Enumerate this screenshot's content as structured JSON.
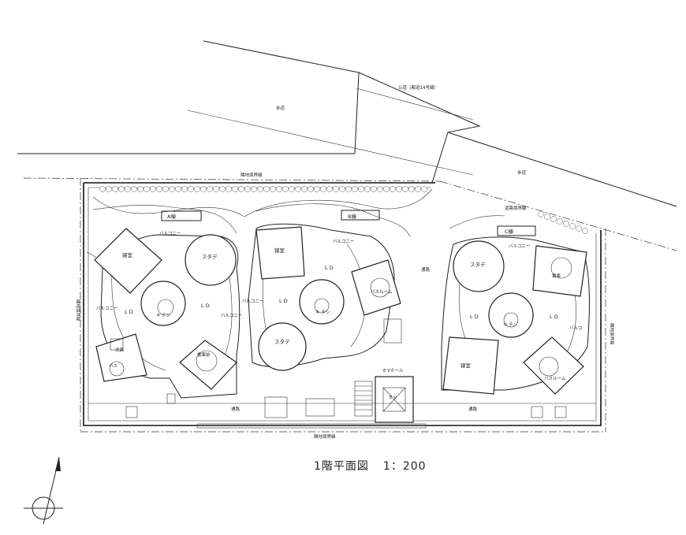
{
  "caption": {
    "title": "1階平面図",
    "scale": "1：200"
  },
  "street": {
    "road": "公道（都道14号線）",
    "sidewalk_left": "歩道",
    "sidewalk_right": "歩道"
  },
  "boundaries": {
    "neighbor_top": "隣地境界線",
    "neighbor_bottom": "隣地境界線",
    "neighbor_left": "隣地境界線",
    "neighbor_right": "隣地境界線",
    "road_boundary": "道路境界線"
  },
  "buildings": [
    {
      "tag": "A棟",
      "rooms": {
        "bedroom": "寝室",
        "balcony_top": "バルコニー",
        "study": "スタデ",
        "ld": "L D",
        "ld2": "L D",
        "kitchen": "キ チン",
        "balcony_left": "バルコニー",
        "balcony_right": "バルコニー",
        "washroom": "洗面",
        "bath": "バス",
        "storage": "書庫前"
      }
    },
    {
      "tag": "B棟",
      "rooms": {
        "bedroom": "寝室",
        "balcony_top": "バルコニー",
        "ld": "L D",
        "ld2": "L D",
        "kitchen": "キ チン",
        "study": "スタデ",
        "balcony_left": "バルコニー",
        "bathroom": "バスルーム"
      }
    },
    {
      "tag": "C棟",
      "rooms": {
        "study": "スタデ",
        "balcony_top": "バルコニー",
        "storage": "書庫",
        "ld": "L D",
        "ld2": "L D",
        "kitchen": "キ チン",
        "balcony_right": "バルコ",
        "bedroom": "寝室",
        "bathroom": "バスルーム"
      }
    }
  ],
  "common": {
    "passage_1": "通路",
    "passage_2": "通路",
    "passage_3": "通路",
    "ev_hall": "E Vホール",
    "ev": "E V"
  }
}
